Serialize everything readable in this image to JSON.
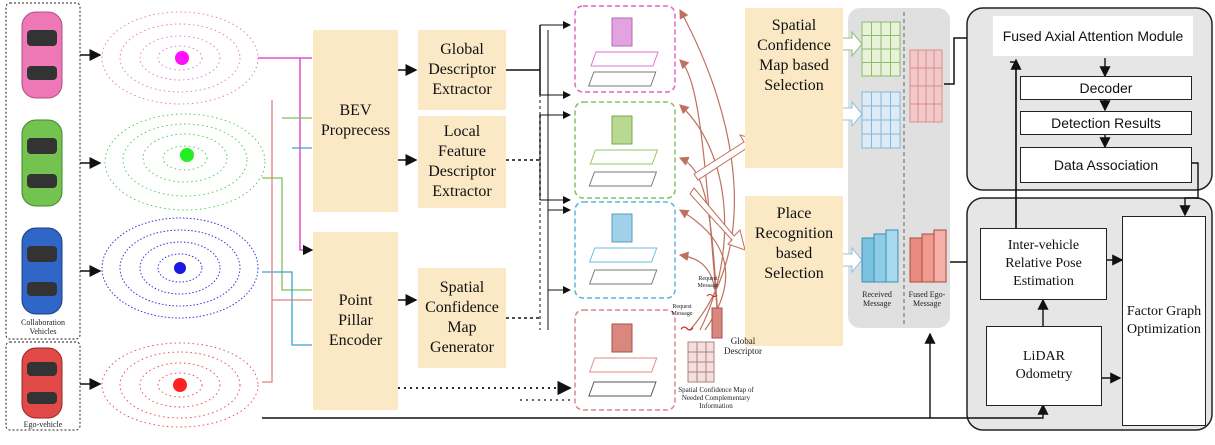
{
  "left": {
    "collab_label": "Collaboration Vehicles",
    "ego_label": "Ego-vehicle"
  },
  "modules": {
    "bev": "BEV Proprecess",
    "pillar": "Point Pillar Encoder",
    "global_desc": "Global Descriptor Extractor",
    "local_desc": "Local Feature Descriptor Extractor",
    "spatial_gen": "Spatial Confidence Map Generator",
    "spatial_select": "Spatial Confidence Map based Selection",
    "place_select": "Place Recognition based Selection"
  },
  "annotations": {
    "request_message_top": "Request Message",
    "request_message_bottom": "Request Message",
    "global_descriptor": "Global Descriptor",
    "spatial_map_caption": "Spatial Confidence Map of Needed Complementary Information",
    "received_message": "Received Message",
    "fused_ego_message": "Fused Ego-Message"
  },
  "right": {
    "fused_attention": "Fused Axial Attention Module",
    "decoder": "Decoder",
    "detection": "Detection Results",
    "association": "Data Association",
    "pose": "Inter-vehicle Relative Pose Estimation",
    "odometry": "LiDAR Odometry",
    "factor_graph": "Factor Graph Optimization"
  },
  "colors": {
    "pink": "#e866b8",
    "green": "#6fbe4a",
    "blue": "#3d78c9",
    "red": "#e04848",
    "module_fill": "#fbe9c6",
    "panel_gray": "#e3e3e3"
  }
}
